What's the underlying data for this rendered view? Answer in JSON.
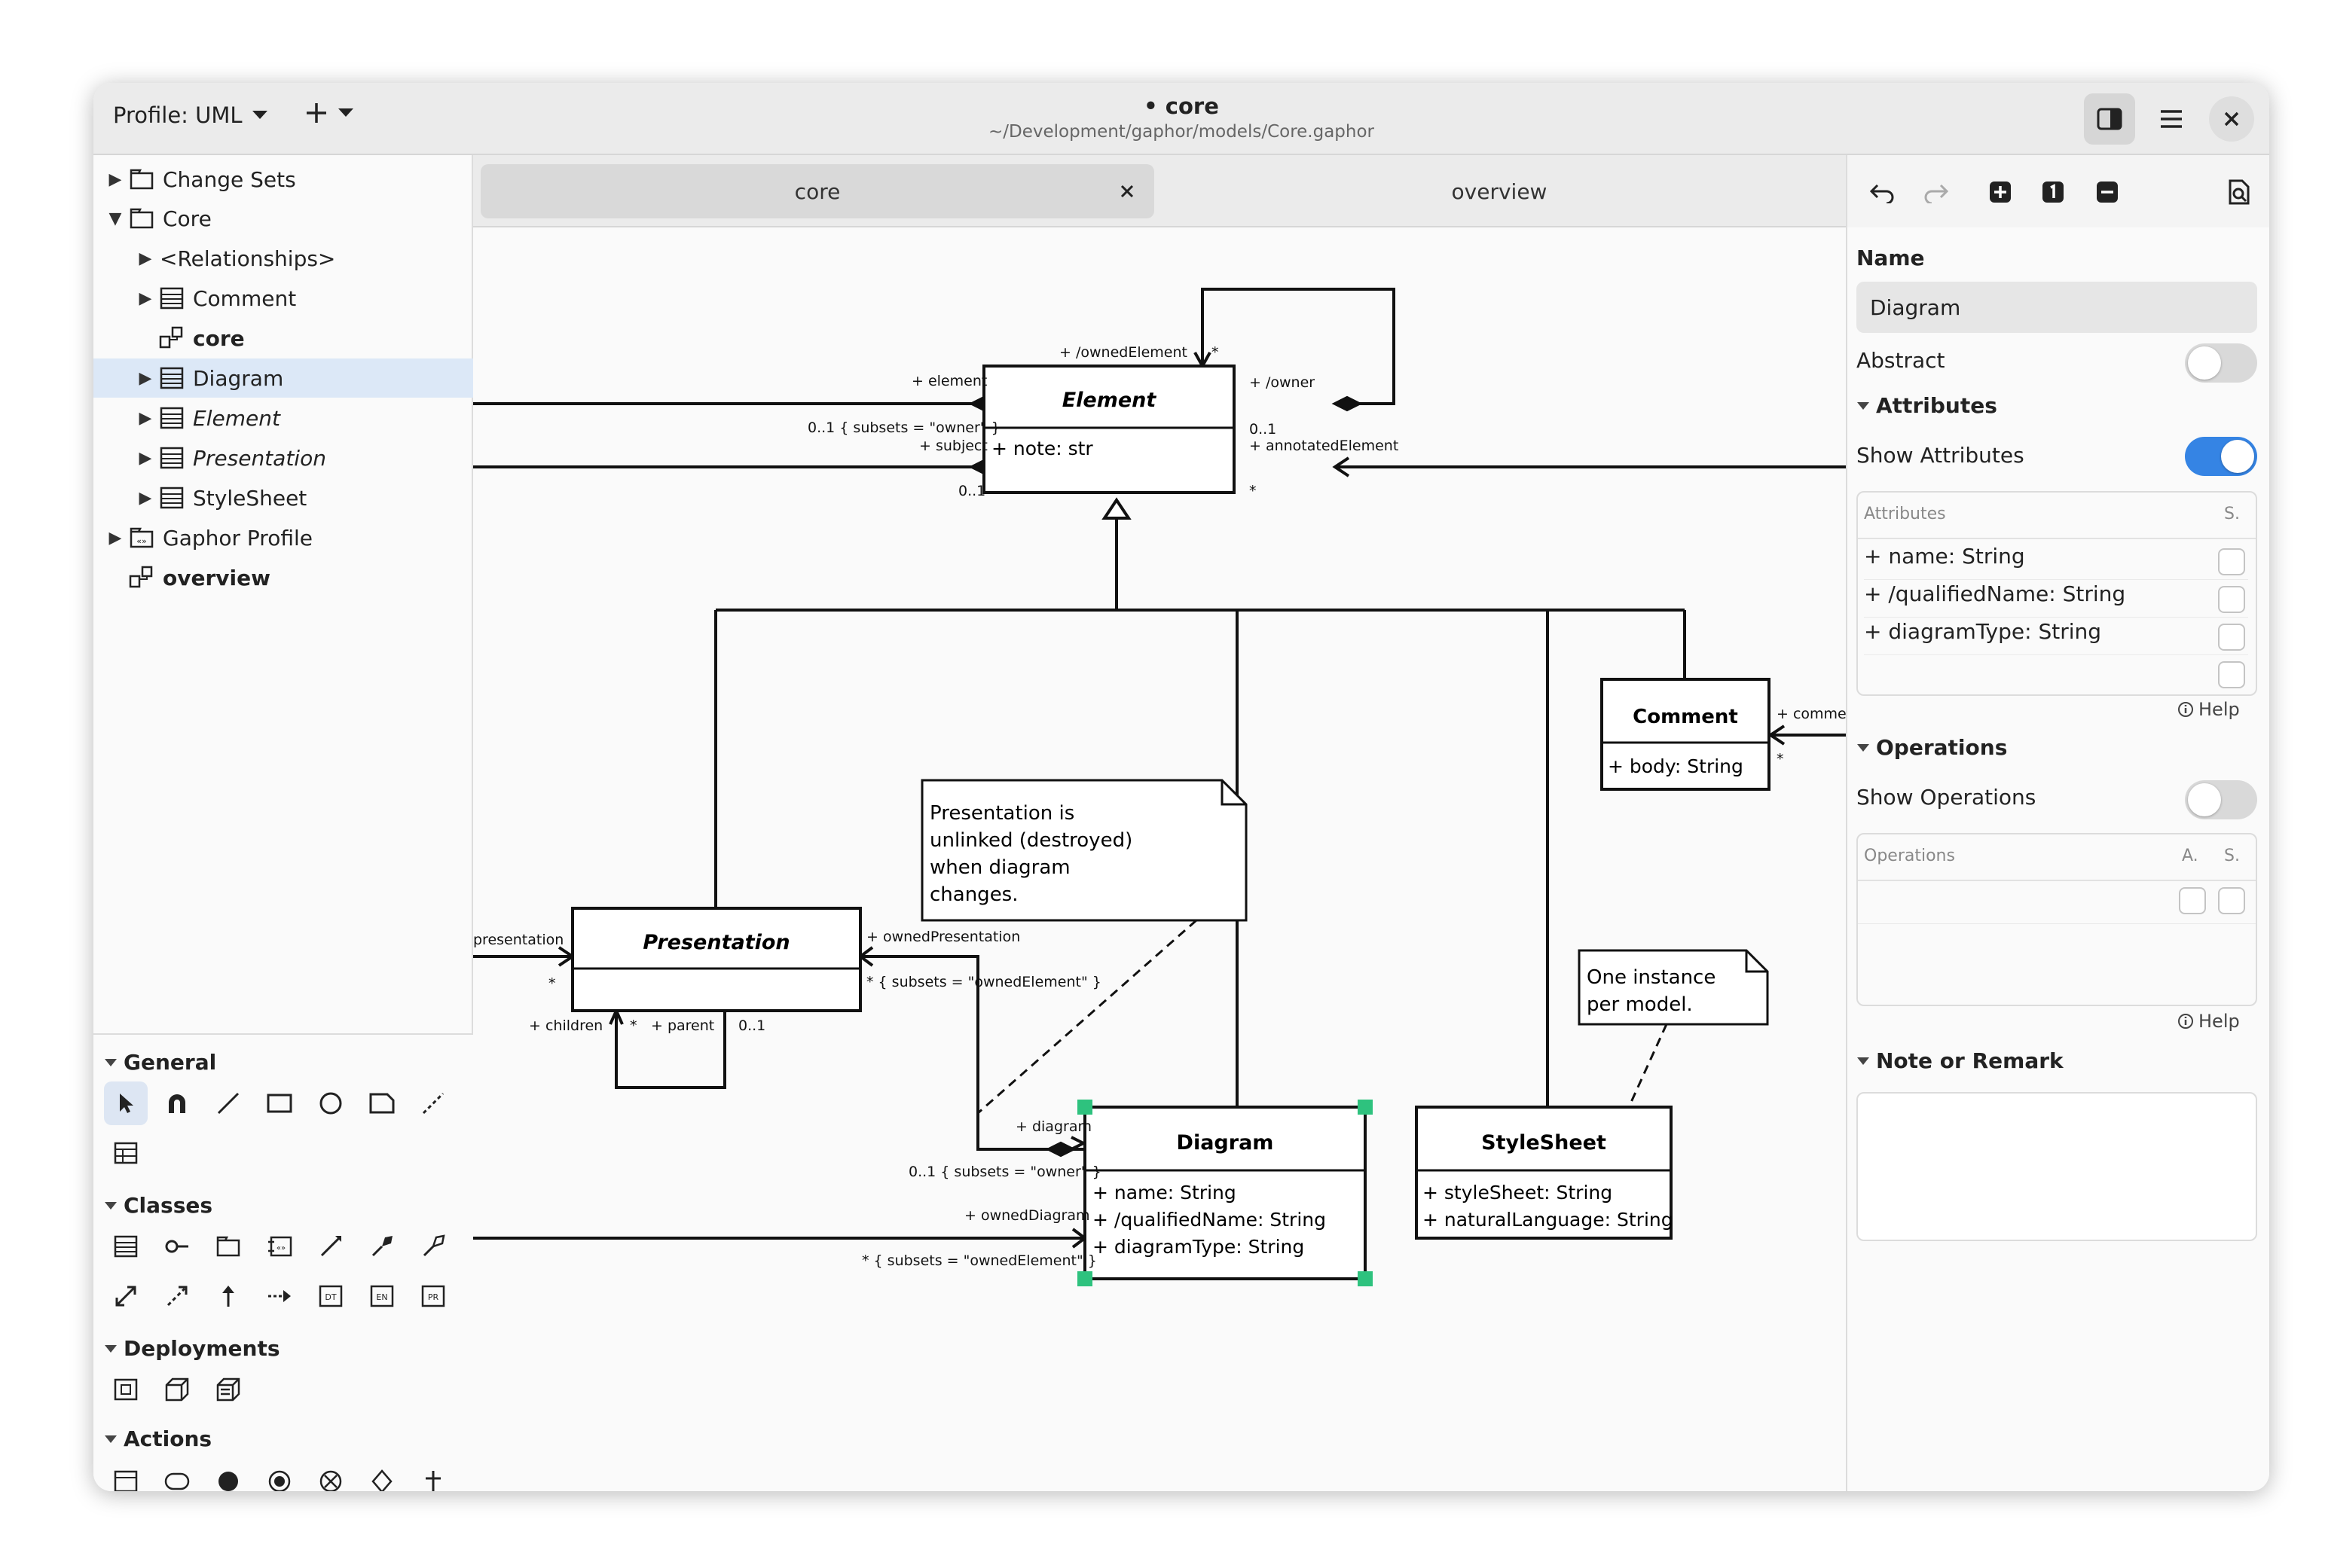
{
  "header": {
    "profile_label": "Profile: UML",
    "title": "core",
    "title_dot": "•",
    "subtitle": "~/Development/gaphor/models/Core.gaphor"
  },
  "tree": {
    "items": [
      {
        "label": "Change Sets"
      },
      {
        "label": "Core"
      },
      {
        "label": "<Relationships>"
      },
      {
        "label": "Comment"
      },
      {
        "label": "core"
      },
      {
        "label": "Diagram"
      },
      {
        "label": "Element"
      },
      {
        "label": "Presentation"
      },
      {
        "label": "StyleSheet"
      },
      {
        "label": "Gaphor Profile"
      },
      {
        "label": "overview"
      }
    ]
  },
  "palette": {
    "sections": [
      "General",
      "Classes",
      "Deployments",
      "Actions"
    ],
    "tool_icons": {
      "general": [
        "pointer-icon",
        "magnet-icon",
        "line-icon",
        "box-icon",
        "ellipse-icon",
        "comment-icon",
        "comment-line-icon",
        "metadata-icon"
      ],
      "classes": [
        "class-icon",
        "interface-icon",
        "package-icon",
        "stereotype-icon",
        "association-icon",
        "composition-icon",
        "shared-association-icon",
        "directed-association-icon",
        "dependency-icon",
        "generalization-icon",
        "interface-realization-icon",
        "datatype-icon",
        "enumeration-icon",
        "primitive-icon"
      ],
      "deployments": [
        "artifact-icon",
        "node-icon",
        "device-icon"
      ],
      "actions": [
        "action-icon",
        "initial-node-icon",
        "activity-final-icon",
        "flow-final-icon",
        "decision-icon",
        "fork-icon"
      ]
    },
    "tool_labels": {
      "datatype": "DT",
      "enumeration": "EN",
      "primitive": "PR"
    }
  },
  "tabs": [
    {
      "label": "core"
    },
    {
      "label": "overview"
    }
  ],
  "diagram": {
    "element": {
      "name": "Element",
      "attrs": [
        "+ note: str"
      ]
    },
    "comment": {
      "name": "Comment",
      "attrs": [
        "+ body: String"
      ]
    },
    "presentation": {
      "name": "Presentation",
      "attrs": []
    },
    "diagram_cls": {
      "name": "Diagram",
      "attrs": [
        "+ name: String",
        "+ /qualifiedName: String",
        "+ diagramType: String"
      ]
    },
    "stylesheet": {
      "name": "StyleSheet",
      "attrs": [
        "+ styleSheet: String",
        "+ naturalLanguage: String"
      ]
    },
    "note1": [
      "Presentation is",
      "unlinked (destroyed)",
      "when diagram",
      "changes."
    ],
    "note2": [
      "One instance",
      "per model."
    ],
    "labels": {
      "owned_element": "+ /ownedElement",
      "star": "*",
      "owner": "+ /owner",
      "zero_one": "0..1",
      "element_role": "+ element",
      "subsets_owner": "0..1 { subsets = \"owner\" }",
      "subject": "+ subject",
      "annotated_element": "+ annotatedElement",
      "comment_role": "+ commen",
      "presentation_role": "presentation",
      "owned_presentation": "+ ownedPresentation",
      "subsets_owned_element": "* { subsets = \"ownedElement\" }",
      "children": "+ children",
      "parent": "+ parent",
      "diagram_role": "+ diagram",
      "owned_diagram": "+ ownedDiagram"
    }
  },
  "properties": {
    "name_label": "Name",
    "name_value": "Diagram",
    "abstract_label": "Abstract",
    "abstract_on": false,
    "attributes_header": "Attributes",
    "show_attributes_label": "Show Attributes",
    "show_attributes_on": true,
    "attr_table_header": "Attributes",
    "attr_table_s": "S.",
    "attr_rows": [
      "+ name: String",
      "+ /qualifiedName: String",
      "+ diagramType: String",
      ""
    ],
    "help_label": "Help",
    "operations_header": "Operations",
    "show_operations_label": "Show Operations",
    "show_operations_on": false,
    "ops_table_header": "Operations",
    "ops_table_a": "A.",
    "ops_table_s": "S.",
    "note_header": "Note or Remark"
  },
  "colors": {
    "accent": "#3584e4",
    "selection": "#dce8f7",
    "handle": "#2ec27e"
  }
}
